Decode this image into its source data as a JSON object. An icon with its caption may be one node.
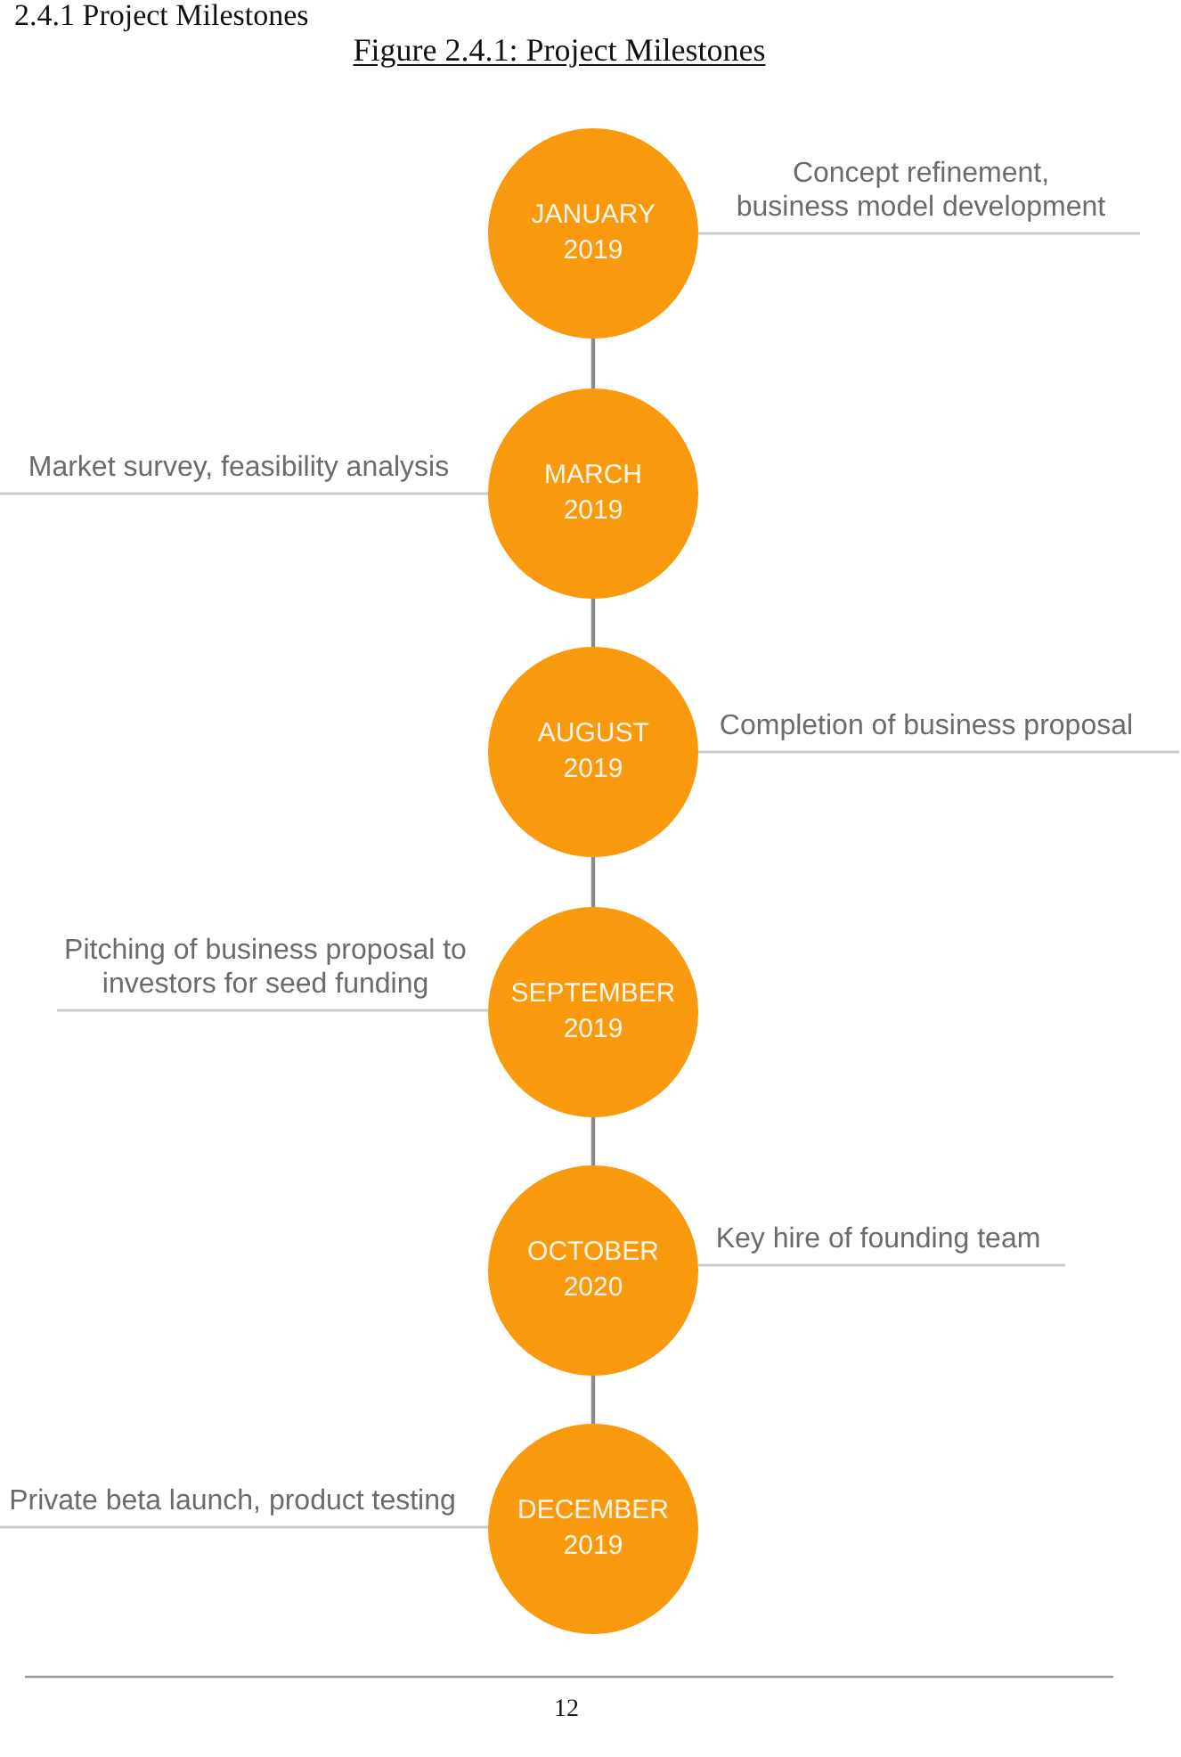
{
  "diagram": {
    "title": "Figure 2.4.1: Project Milestones",
    "nodes": [
      {
        "text": [
          "JANUARY 2019"
        ]
      },
      {
        "text": [
          "Concept refinement, business model development"
        ]
      },
      {
        "text": [
          "Market survey, feasibility analysis"
        ]
      },
      {
        "text": [
          "MARCH 2019"
        ]
      },
      {
        "text": [
          "AUGUST 2019"
        ]
      },
      {
        "text": [
          "Completion of business proposal"
        ]
      },
      {
        "text": [
          "Pitching of business proposal to investors for seed funding"
        ]
      },
      {
        "text": [
          "SEPTEMBER 2019"
        ]
      },
      {
        "text": [
          "OCTOBER 2020"
        ]
      },
      {
        "text": [
          "Key hire of founding team"
        ]
      },
      {
        "text": [
          "Private beta launch, product testing"
        ]
      },
      {
        "text": [
          "DECEMBER 2019"
        ]
      }
    ],
    "edges": [
      {
        "from": 0,
        "to": 3,
        "arrow": "none",
        "color": "#8c8c8c"
      },
      {
        "from": 3,
        "to": 4,
        "arrow": "none",
        "color": "#8c8c8c"
      },
      {
        "from": 4,
        "to": 7,
        "arrow": "none",
        "color": "#8c8c8c"
      },
      {
        "from": 7,
        "to": 8,
        "arrow": "none",
        "color": "#8c8c8c"
      },
      {
        "from": 8,
        "to": 11,
        "arrow": "none",
        "color": "#8c8c8c"
      },
      {
        "from": 0,
        "to": 1,
        "arrow": "none"
      },
      {
        "from": 3,
        "to": 2,
        "arrow": "none"
      },
      {
        "from": 4,
        "to": 5,
        "arrow": "none"
      },
      {
        "from": 7,
        "to": 6,
        "arrow": "none"
      },
      {
        "from": 8,
        "to": 9,
        "arrow": "none"
      },
      {
        "from": 11,
        "to": 10,
        "arrow": "none"
      }
    ],
    "labels": [
      "2.4.1 Project Milestones",
      "12"
    ]
  }
}
